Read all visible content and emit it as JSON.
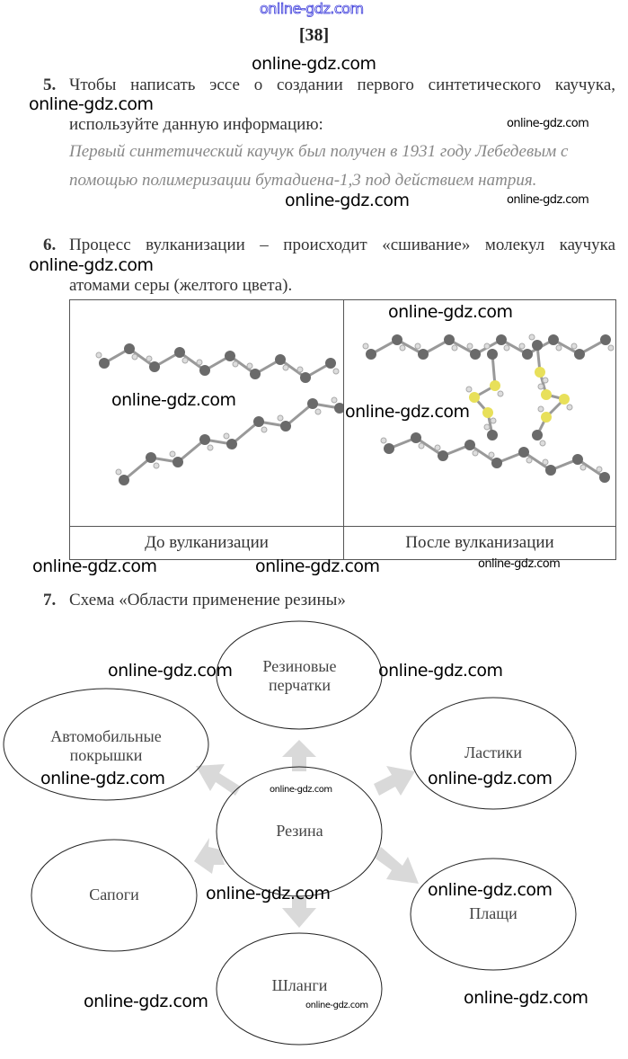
{
  "page_number": "[38]",
  "watermark_text": "online-gdz.com",
  "watermarks": [
    "online-gdz.com",
    "online-gdz.com",
    "online-gdz.com",
    "online-gdz.com",
    "online-gdz.com",
    "online-gdz.com",
    "online-gdz.com",
    "online-gdz.com",
    "online-gdz.com",
    "online-gdz.com",
    "online-gdz.com",
    "online-gdz.com",
    "online-gdz.com",
    "online-gdz.com",
    "online-gdz.com",
    "online-gdz.com",
    "online-gdz.com",
    "online-gdz.com",
    "online-gdz.com",
    "online-gdz.com",
    "online-gdz.com",
    "online-gdz.com"
  ],
  "task5": {
    "number": "5.",
    "line1": "Чтобы написать эссе о создании первого синтетического каучука,",
    "line2": "используйте данную информацию:",
    "quote1": "Первый синтетический каучук был получен в 1931 году Лебедевым с",
    "quote2": "помощью полимеризации бутадиена-1,3 под действием натрия."
  },
  "task6": {
    "number": "6.",
    "line1": "Процесс вулканизации – происходит «сшивание» молекул каучука",
    "line2": "атомами серы (желтого цвета).",
    "captions": [
      "До вулканизации",
      "После вулканизации"
    ]
  },
  "task7": {
    "number": "7.",
    "title": "Схема «Области применение резины»",
    "center": "Резина",
    "nodes": {
      "gloves": [
        "Резиновые",
        "перчатки"
      ],
      "tires": [
        "Автомобильные",
        "покрышки"
      ],
      "erasers": "Ластики",
      "boots": "Сапоги",
      "raincoats": "Плащи",
      "hoses": "Шланги"
    }
  },
  "colors": {
    "arrow": "#d9d9d9",
    "sulfur": "#e8e05a",
    "carbon": "#6a6a6a",
    "watermark_top": "#3a3adb"
  }
}
